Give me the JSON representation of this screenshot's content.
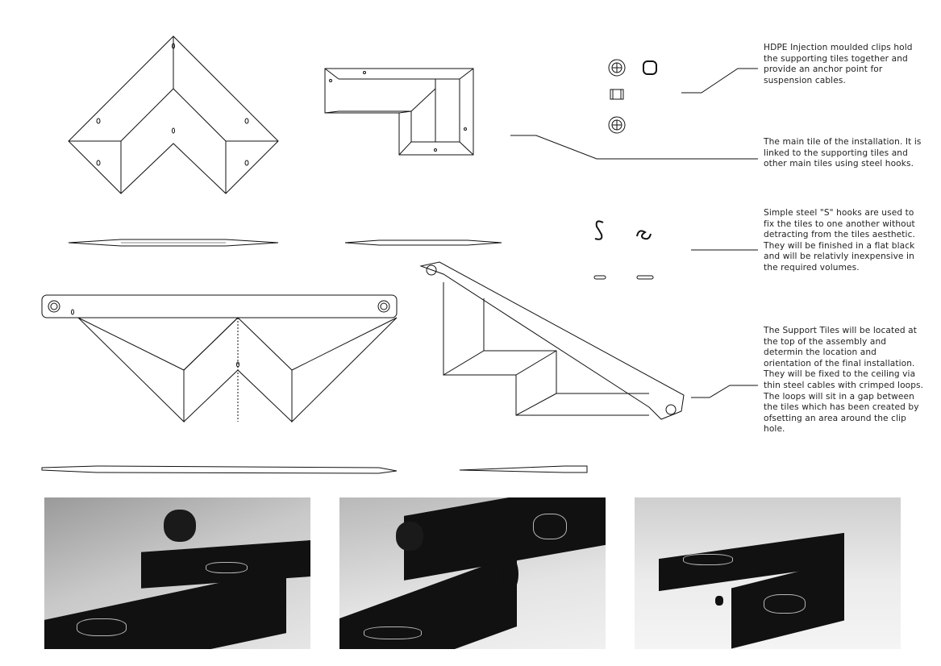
{
  "annotations": {
    "clips": "HDPE Injection moulded clips hold the supporting tiles together and provide an anchor point for suspension cables.",
    "main_tile": "The main tile of the installation. It is linked to the supporting tiles and other main tiles using steel hooks.",
    "hooks": "Simple steel \"S\" hooks are used to fix the tiles to one another without detracting from the tiles aesthetic. They will be finished in a flat black and will be relativly inexpensive in the required volumes.",
    "support_tiles": "The Support Tiles will be located at the top of the assembly and determin the location and orientation of the final installation. They will be fixed to the ceiling via thin steel cables with crimped loops. The loops will sit in a gap between the tiles which has been created by ofsetting an area around the clip hole."
  },
  "colors": {
    "line": "#111111",
    "tile": "#111111",
    "background": "#ffffff"
  }
}
